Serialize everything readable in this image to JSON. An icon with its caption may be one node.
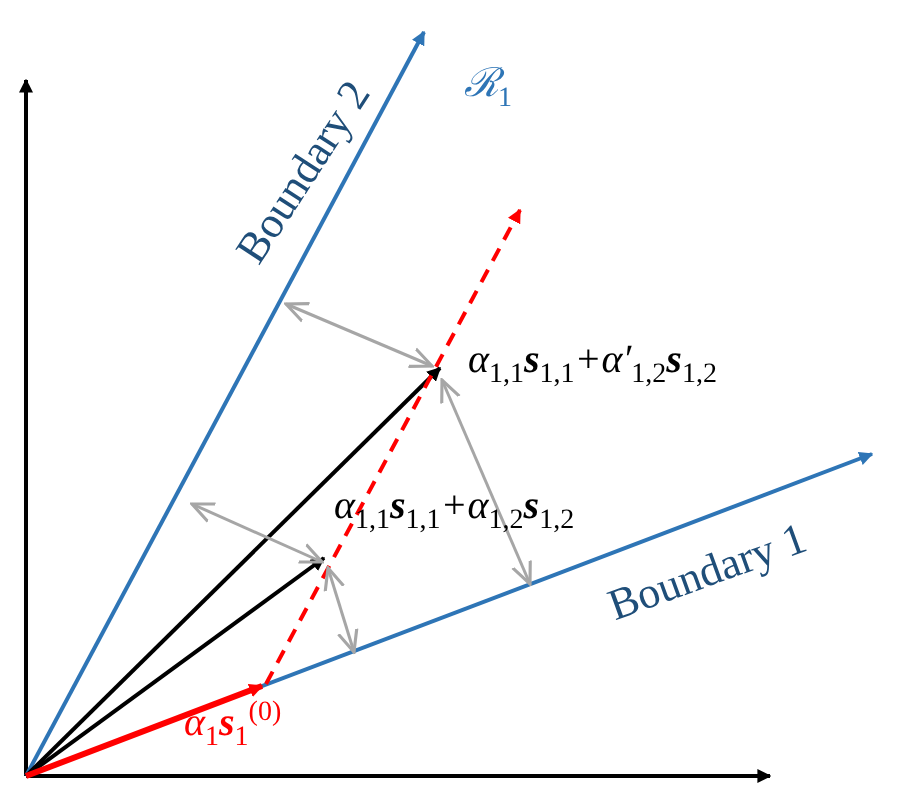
{
  "diagram": {
    "labels": [
      "Boundary 2",
      "ℛ$_{1}$",
      "α$_{1,1}$**s**$_{1,1}$+α′$_{1,2}$**s**$_{1,2}$",
      "α$_{1,1}$**s**$_{1,1}$+α$_{1,2}$**s**$_{1,2}$",
      "Boundary 1",
      "α$_{1}$**s**$_{1}$$^{(0)}$"
    ]
  }
}
